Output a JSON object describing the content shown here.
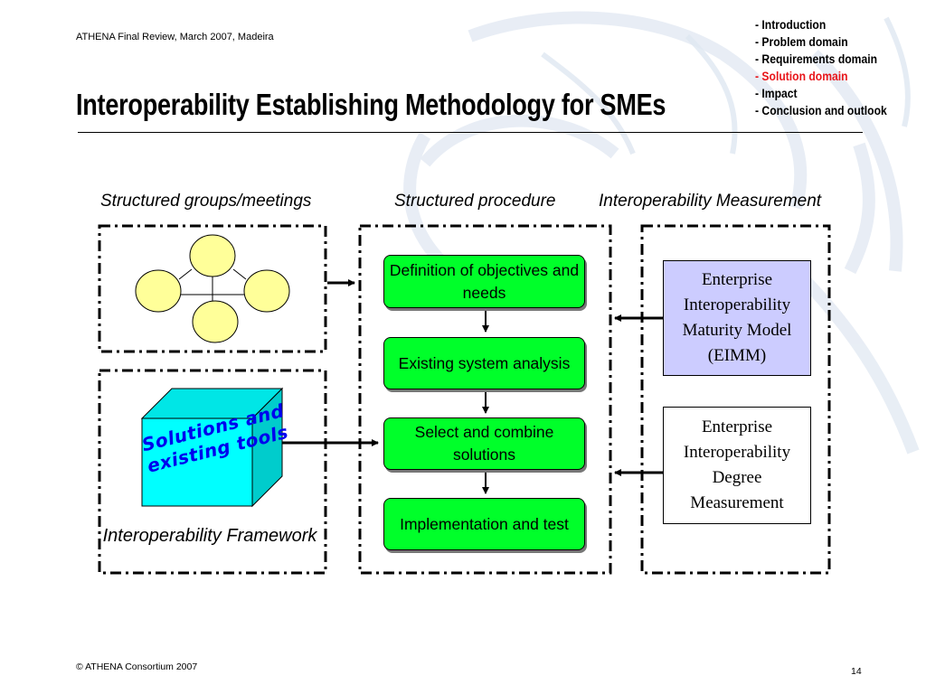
{
  "header": {
    "event": "ATHENA Final Review, March 2007, Madeira",
    "title": "Interoperability Establishing Methodology for SMEs"
  },
  "nav": {
    "items": [
      {
        "label": "- Introduction",
        "active": false
      },
      {
        "label": "- Problem domain",
        "active": false
      },
      {
        "label": "- Requirements domain",
        "active": false
      },
      {
        "label": "- Solution domain",
        "active": true
      },
      {
        "label": "- Impact",
        "active": false
      },
      {
        "label": "- Conclusion and outlook",
        "active": false
      }
    ],
    "active_color": "#e8161b"
  },
  "columns": {
    "left": "Structured groups/meetings",
    "middle": "Structured procedure",
    "right": "Interoperability Measurement"
  },
  "procedure_steps": [
    "Definition of objectives and needs",
    "Existing system analysis",
    "Select and combine solutions",
    "Implementation and test"
  ],
  "measurement_boxes": {
    "eimm": "Enterprise Interoperability Maturity Model (EIMM)",
    "degree": "Enterprise Interoperability Degree Measurement"
  },
  "framework": {
    "cube_text": "Solutions and existing tools",
    "label": "Interoperability Framework"
  },
  "footer": {
    "copyright": "© ATHENA Consortium 2007",
    "page_number": "14"
  },
  "colors": {
    "step_fill": "#00ff2a",
    "eimm_fill": "#ccccff",
    "cube_front": "#00ffff",
    "circle_fill": "#ffff99",
    "cube_text": "#0000ee"
  }
}
